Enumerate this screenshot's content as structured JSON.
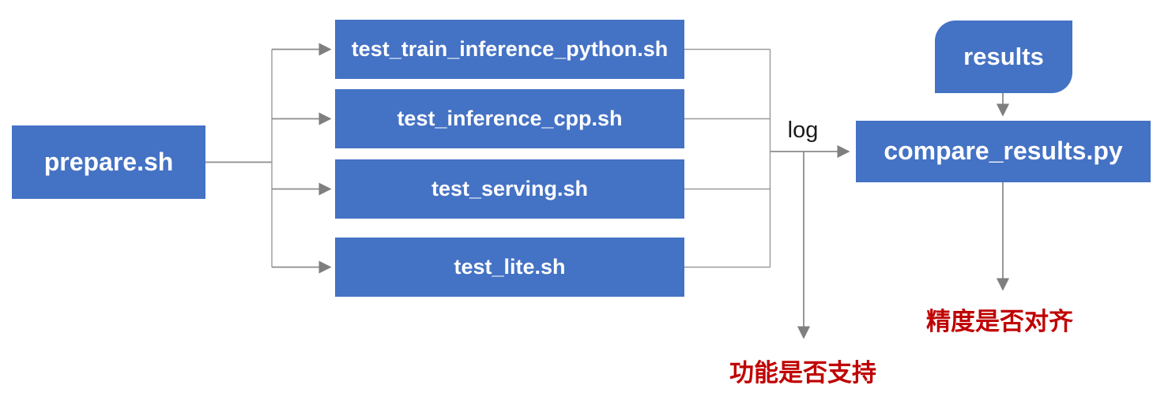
{
  "diagram": {
    "nodes": {
      "prepare": {
        "label": "prepare.sh",
        "shape": "rect"
      },
      "test_train_inference_python": {
        "label": "test_train_inference_python.sh",
        "shape": "rect"
      },
      "test_inference_cpp": {
        "label": "test_inference_cpp.sh",
        "shape": "rect"
      },
      "test_serving": {
        "label": "test_serving.sh",
        "shape": "rect"
      },
      "test_lite": {
        "label": "test_lite.sh",
        "shape": "rect"
      },
      "compare_results": {
        "label": "compare_results.py",
        "shape": "rect"
      },
      "results": {
        "label": "results",
        "shape": "round-diagonal-corner-rect"
      }
    },
    "edge_labels": {
      "log": "log"
    },
    "annotations": {
      "feature_supported": "功能是否支持",
      "accuracy_aligned": "精度是否对齐"
    },
    "edges": [
      {
        "from": "prepare",
        "to": "test_train_inference_python"
      },
      {
        "from": "prepare",
        "to": "test_inference_cpp"
      },
      {
        "from": "prepare",
        "to": "test_serving"
      },
      {
        "from": "prepare",
        "to": "test_lite"
      },
      {
        "from": "test_train_inference_python",
        "to": "log"
      },
      {
        "from": "test_inference_cpp",
        "to": "log"
      },
      {
        "from": "test_serving",
        "to": "log"
      },
      {
        "from": "test_lite",
        "to": "log"
      },
      {
        "from": "log",
        "to": "compare_results"
      },
      {
        "from": "log",
        "to": "feature_supported"
      },
      {
        "from": "results",
        "to": "compare_results"
      },
      {
        "from": "compare_results",
        "to": "accuracy_aligned"
      }
    ],
    "colors": {
      "node_fill": "#4472C4",
      "node_text": "#FFFFFF",
      "connector": "#8C8C8C",
      "annotation_text": "#C00000",
      "edge_label_text": "#1A1A1A",
      "background": "#FFFFFF"
    }
  }
}
